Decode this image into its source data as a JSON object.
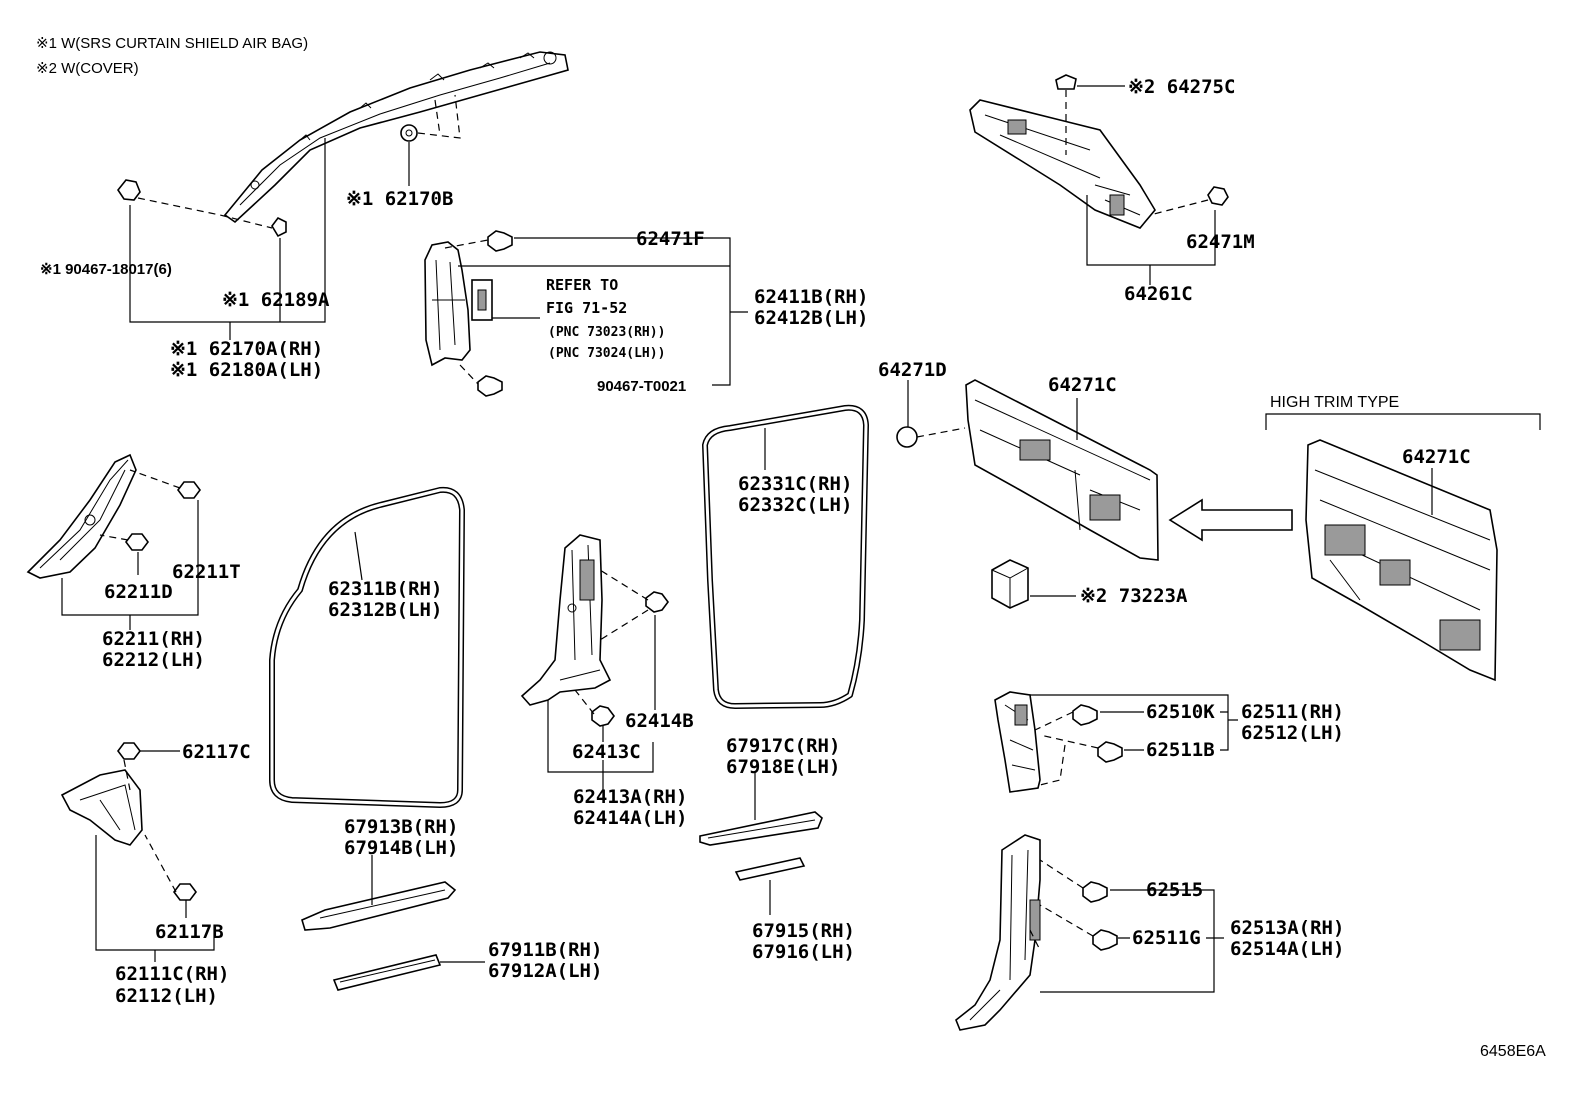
{
  "notes": {
    "note1": "※1 W(SRS CURTAIN SHIELD AIR BAG)",
    "note2": "※2 W(COVER)"
  },
  "labels": {
    "l_62170B": "※1 62170B",
    "l_90467_18017": "※1 90467-18017(6)",
    "l_62189A": "※1 62189A",
    "l_62170A": "※1 62170A(RH)",
    "l_62180A": "※1 62180A(LH)",
    "l_62471F": "62471F",
    "l_refer1": "REFER TO",
    "l_refer2": "FIG 71-52",
    "l_pnc1": "(PNC 73023(RH))",
    "l_pnc2": "(PNC 73024(LH))",
    "l_90467_T0021": "90467-T0021",
    "l_62411B": "62411B(RH)",
    "l_62412B": "62412B(LH)",
    "l_64275C": "※2 64275C",
    "l_62471M": "62471M",
    "l_64261C": "64261C",
    "l_62211T": "62211T",
    "l_62211D": "62211D",
    "l_62211": "62211(RH)",
    "l_62212": "62212(LH)",
    "l_62311B": "62311B(RH)",
    "l_62312B": "62312B(LH)",
    "l_62331C": "62331C(RH)",
    "l_62332C": "62332C(LH)",
    "l_64271D": "64271D",
    "l_64271C_a": "64271C",
    "l_high_trim": "HIGH TRIM TYPE",
    "l_64271C_b": "64271C",
    "l_73223A": "※2 73223A",
    "l_62414B": "62414B",
    "l_62413C": "62413C",
    "l_62413A": "62413A(RH)",
    "l_62414A": "62414A(LH)",
    "l_62117C": "62117C",
    "l_62117B": "62117B",
    "l_62111C": "62111C(RH)",
    "l_62112": "62112(LH)",
    "l_67913B": "67913B(RH)",
    "l_67914B": "67914B(LH)",
    "l_67911B": "67911B(RH)",
    "l_67912A": "67912A(LH)",
    "l_67917C": "67917C(RH)",
    "l_67918E": "67918E(LH)",
    "l_67915": "67915(RH)",
    "l_67916": "67916(LH)",
    "l_62510K": "62510K",
    "l_62511B": "62511B",
    "l_62511": "62511(RH)",
    "l_62512": "62512(LH)",
    "l_62515": "62515",
    "l_62511G": "62511G",
    "l_62513A": "62513A(RH)",
    "l_62514A": "62514A(LH)"
  },
  "footer": {
    "diagram_code": "6458E6A"
  },
  "icons": {
    "clip": "clip-icon",
    "arrow": "arrow-icon"
  }
}
